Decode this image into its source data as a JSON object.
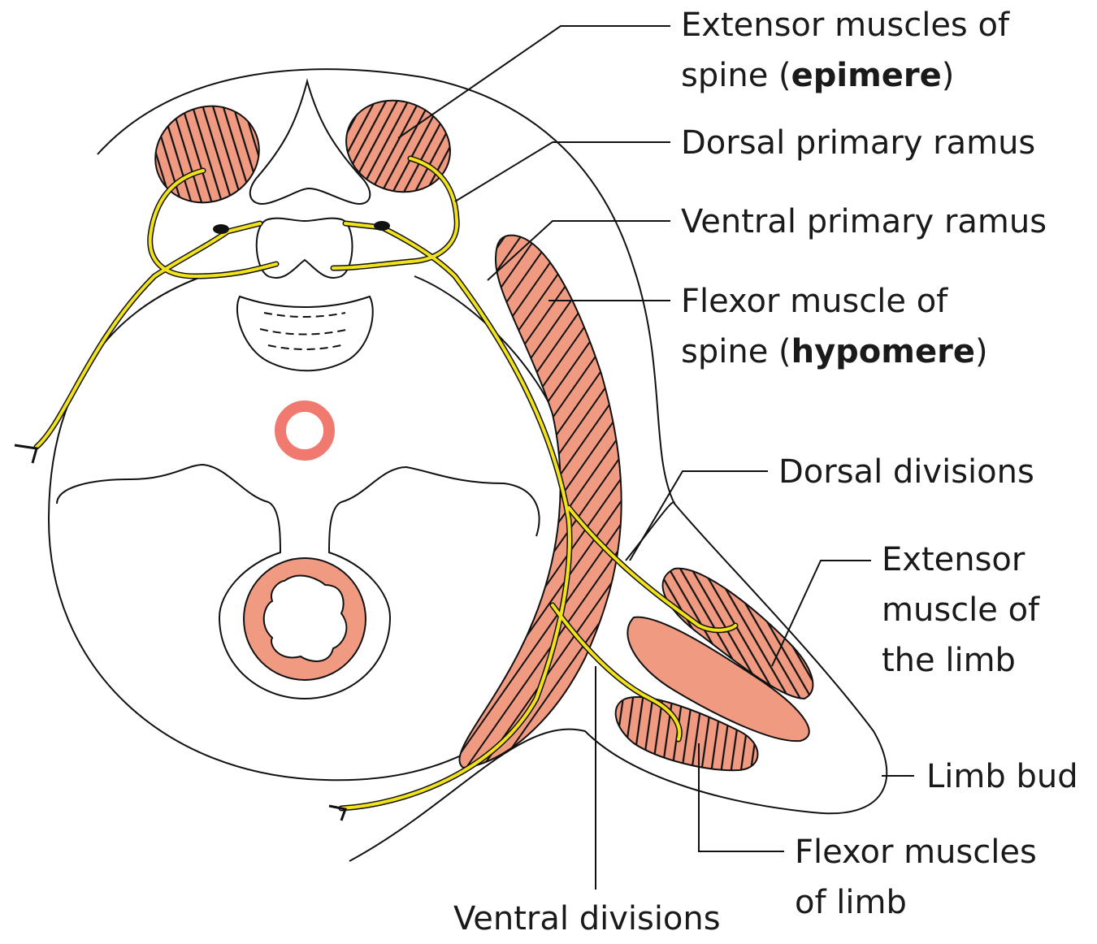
{
  "labels": {
    "extensor_spine_line1": "Extensor muscles of",
    "extensor_spine_line2_pre": "spine (",
    "extensor_spine_line2_bold": "epimere",
    "extensor_spine_line2_post": ")",
    "dorsal_primary_ramus": "Dorsal primary ramus",
    "ventral_primary_ramus": "Ventral primary ramus",
    "flexor_spine_line1": "Flexor muscle of",
    "flexor_spine_line2_pre": "spine (",
    "flexor_spine_line2_bold": "hypomere",
    "flexor_spine_line2_post": ")",
    "dorsal_divisions": "Dorsal divisions",
    "extensor_limb_line1": "Extensor",
    "extensor_limb_line2": "muscle of",
    "extensor_limb_line3": "the limb",
    "limb_bud": "Limb bud",
    "flexor_limb_line1": "Flexor muscles",
    "flexor_limb_line2": "of limb",
    "ventral_divisions": "Ventral divisions"
  },
  "colors": {
    "muscle": "#f09a82",
    "nerve": "#f2e21a",
    "aorta": "#f07a70",
    "outline": "#111111"
  }
}
